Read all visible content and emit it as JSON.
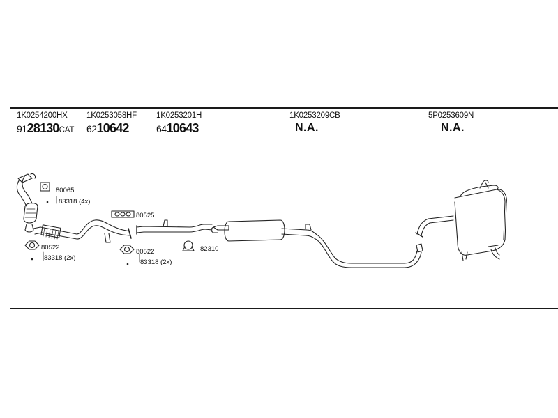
{
  "columns": [
    {
      "part_no": "1K0254200HX",
      "price_prefix": "91",
      "price_main": "28130",
      "price_suffix": "CAT"
    },
    {
      "part_no": "1K0253058HF",
      "price_prefix": "62",
      "price_main": "10642",
      "price_suffix": ""
    },
    {
      "part_no": "1K0253201H",
      "price_prefix": "64",
      "price_main": "10643",
      "price_suffix": ""
    },
    {
      "part_no": "1K0253209CB",
      "price_prefix": "",
      "price_main": "N.A.",
      "price_suffix": ""
    },
    {
      "part_no": "5P0253609N",
      "price_prefix": "",
      "price_main": "N.A.",
      "price_suffix": ""
    }
  ],
  "callouts": {
    "c80065": "80065",
    "c83318_4x": "83318 (4x)",
    "c80525": "80525",
    "c80522_left": "80522",
    "c83318_2x_left": "83318 (2x)",
    "c80522_mid": "80522",
    "c83318_2x_mid": "83318 (2x)",
    "c82310": "82310"
  }
}
